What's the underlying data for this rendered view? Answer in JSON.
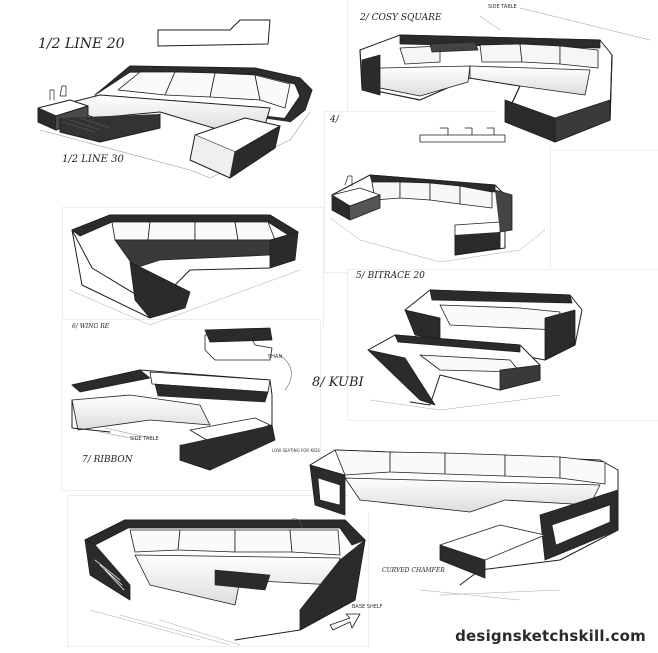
{
  "sketches": [
    {
      "id": "line20",
      "labels": [
        "1/2 LINE 20",
        "1/2 LINE 30"
      ]
    },
    {
      "id": "cosy",
      "labels": [
        "2/ COSY SQUARE",
        "SIDE TABLE"
      ]
    },
    {
      "id": "bitrace",
      "labels": [
        "4/",
        "5/ BITRACE 20"
      ]
    },
    {
      "id": "wing",
      "labels": [
        "6/ WING RE"
      ]
    },
    {
      "id": "ribbon",
      "labels": [
        "SIDE TABLE",
        "7/ RIBBON",
        "SHAN",
        "LOW SEATING FOR KIDS"
      ]
    },
    {
      "id": "kubi",
      "labels": [
        "8/ KUBI"
      ]
    },
    {
      "id": "curved",
      "labels": [
        "CURVED CHAMFER"
      ]
    },
    {
      "id": "base",
      "labels": [
        "BASE SHELF"
      ]
    }
  ],
  "watermark": "designsketchskill.com",
  "colors": {
    "ink": "#1f1f1f",
    "dark": "#2b2b2b",
    "mid": "#777777",
    "light": "#c8c8c8"
  }
}
